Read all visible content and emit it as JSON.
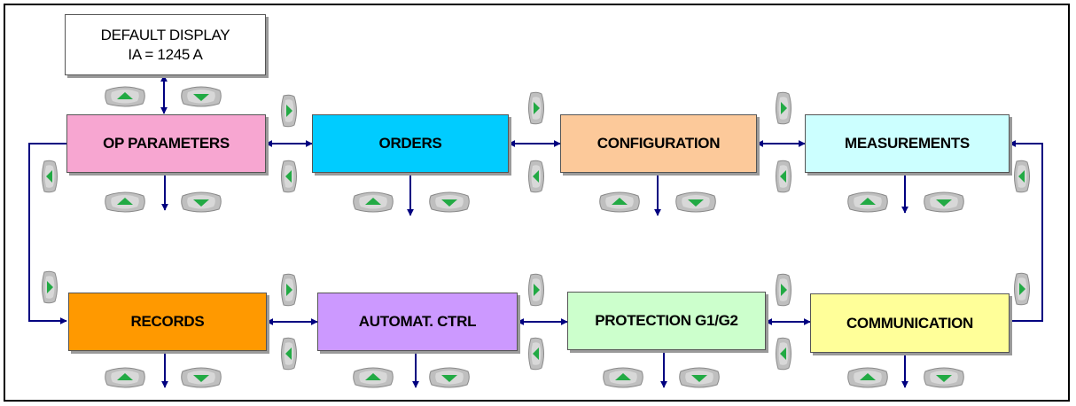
{
  "default_display": {
    "line1": "DEFAULT DISPLAY",
    "line2": "IA = 1245 A"
  },
  "menus": {
    "op_parameters": "OP PARAMETERS",
    "orders": "ORDERS",
    "configuration": "CONFIGURATION",
    "measurements": "MEASUREMENTS",
    "records": "RECORDS",
    "automat_ctrl": "AUTOMAT. CTRL",
    "protection": "PROTECTION G1/G2",
    "communication": "COMMUNICATION"
  },
  "colors": {
    "default_display": "#dcdcdc",
    "op_parameters": "#f7a6d1",
    "orders": "#00ccff",
    "configuration": "#fcc99a",
    "measurements": "#ccffff",
    "records": "#ff9900",
    "automat_ctrl": "#cc99ff",
    "protection": "#ccffcc",
    "communication": "#ffff99",
    "arrow": "#000080",
    "key_fill": "#bfbfbf",
    "key_glyph": "#22aa44"
  },
  "keys": {
    "up": "up-key-icon",
    "down": "down-key-icon",
    "right": "right-key-icon",
    "left": "left-key-icon"
  }
}
